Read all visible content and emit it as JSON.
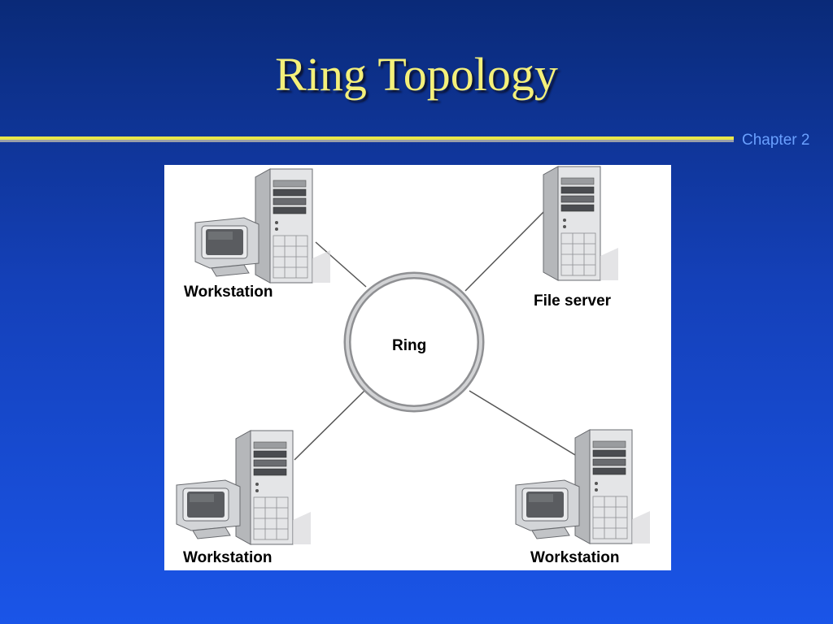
{
  "slide": {
    "title": "Ring Topology",
    "chapter": "Chapter 2"
  },
  "diagram": {
    "ring_label": "Ring",
    "nodes": [
      {
        "id": "top-left",
        "label": "Workstation",
        "kind": "workstation"
      },
      {
        "id": "top-right",
        "label": "File server",
        "kind": "server"
      },
      {
        "id": "bottom-left",
        "label": "Workstation",
        "kind": "workstation"
      },
      {
        "id": "bottom-right",
        "label": "Workstation",
        "kind": "workstation"
      }
    ]
  },
  "colors": {
    "title": "#f4f07a",
    "rule": "#e8e64a",
    "chapter": "#6aa0ff",
    "ring": "#a9a9a9"
  }
}
